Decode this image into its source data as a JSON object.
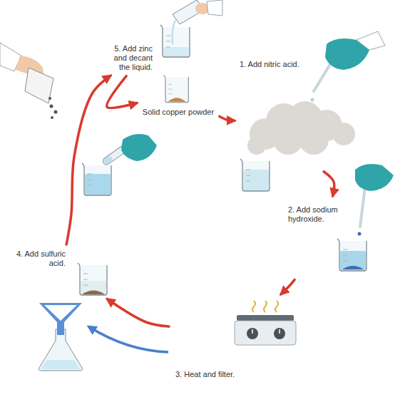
{
  "diagram": {
    "nodes": [
      {
        "text": [
          "Solid copper powder"
        ]
      },
      {
        "text": [
          "1. Add nitric acid."
        ]
      },
      {
        "text": [
          "2. Add sodium hydroxide."
        ]
      },
      {
        "text": [
          "3. Heat and filter."
        ]
      },
      {
        "text": [
          "4. Add sulfuric acid."
        ]
      },
      {
        "text": [
          "5. Add zinc and decant the liquid."
        ]
      }
    ],
    "edges": [
      {
        "from": 0,
        "to": 1,
        "arrow": "to"
      },
      {
        "from": 1,
        "to": 2,
        "arrow": "to"
      },
      {
        "from": 2,
        "to": 3,
        "arrow": "to"
      },
      {
        "from": 3,
        "to": 4,
        "arrow": "to"
      },
      {
        "from": 4,
        "to": 5,
        "arrow": "to"
      },
      {
        "from": 5,
        "to": 0,
        "arrow": "to"
      }
    ]
  }
}
